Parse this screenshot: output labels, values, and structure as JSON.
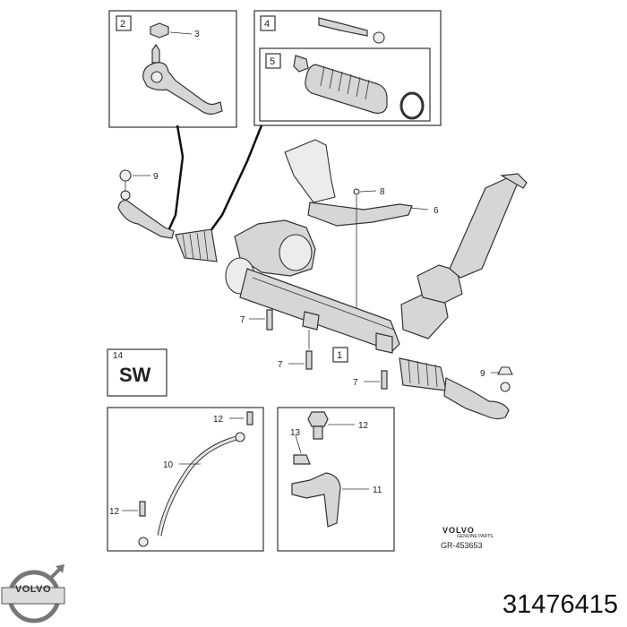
{
  "boxes": {
    "box2": {
      "number": "2"
    },
    "box4": {
      "number": "4"
    },
    "box5": {
      "number": "5"
    },
    "box1": {
      "number": "1"
    },
    "box14": {
      "number": "14",
      "text": "SW"
    }
  },
  "callouts": {
    "c3": "3",
    "c9a": "9",
    "c9b": "9",
    "c8": "8",
    "c6": "6",
    "c7a": "7",
    "c7b": "7",
    "c7c": "7",
    "c12a": "12",
    "c10": "10",
    "c12b": "12",
    "c12c": "12",
    "c13": "13",
    "c11": "11"
  },
  "watermark": {
    "brand": "VOLVO",
    "sub": "GENUINE PARTS",
    "ref": "GR-453653"
  },
  "logo": {
    "text": "VOLVO"
  },
  "part_number": "31476415",
  "colors": {
    "line": "#333333",
    "part_fill": "#d6d6d6",
    "background": "#ffffff"
  },
  "icons": [
    "volvo-logo-icon"
  ]
}
